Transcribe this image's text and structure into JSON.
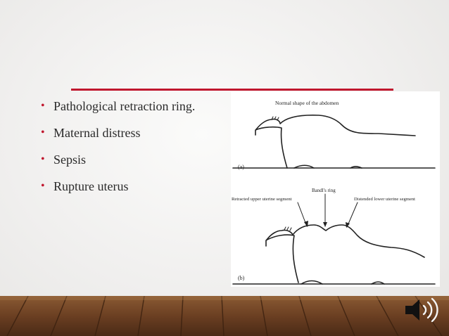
{
  "slide": {
    "bullets": [
      "Pathological retraction ring.",
      "Maternal distress",
      "Sepsis",
      "Rupture uterus"
    ],
    "bullet_marker": "•",
    "accent_color": "#c0172e"
  },
  "figure": {
    "a": {
      "caption": "Normal shape of the abdomen",
      "panel_label": "(a)"
    },
    "b": {
      "label_left": "Retracted upper uterine segment",
      "label_center": "Bandl's ring",
      "label_right": "Distended lower uterine segment",
      "panel_label": "(b)"
    }
  },
  "footer": {
    "audio_icon": "speaker-icon"
  }
}
